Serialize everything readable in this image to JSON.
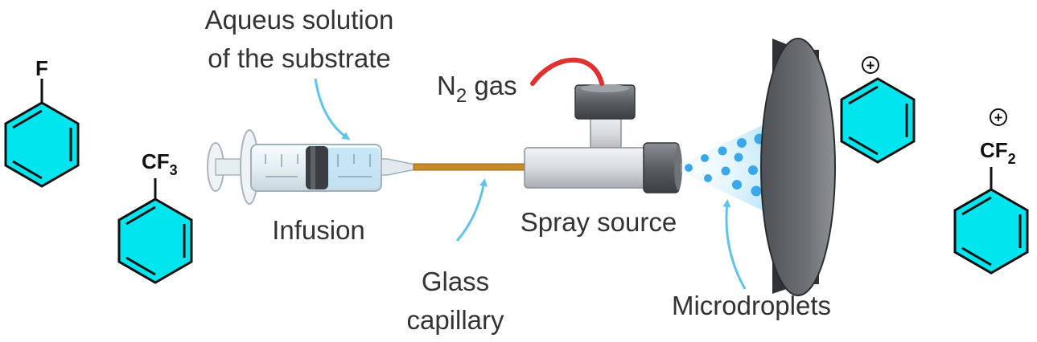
{
  "labels": {
    "aqueous_line1": "Aqueus solution",
    "aqueous_line2": "of the substrate",
    "n2_prefix": "N",
    "n2_subscript": "2",
    "n2_suffix": " gas",
    "infusion": "Infusion",
    "spray_source": "Spray source",
    "glass_line1": "Glass",
    "glass_line2": "capillary",
    "microdroplets": "Microdroplets"
  },
  "molecules": {
    "fluorobenzene": {
      "substituent": "F"
    },
    "trifluoromethylbenzene": {
      "substituent_main": "CF",
      "substituent_sub": "3"
    },
    "phenyl_cation": {
      "charge": "+"
    },
    "difluorobenzyl_cation": {
      "substituent_main": "CF",
      "substituent_sub": "2",
      "charge": "+"
    }
  },
  "colors": {
    "ring_fill": "#00e5ee",
    "ring_stroke": "#111111",
    "arrow": "#5ec4ea",
    "capillary": "#c98a2a",
    "gas_tube": "#e03030",
    "droplet": "#3aa8e8",
    "label_text": "#333333"
  }
}
